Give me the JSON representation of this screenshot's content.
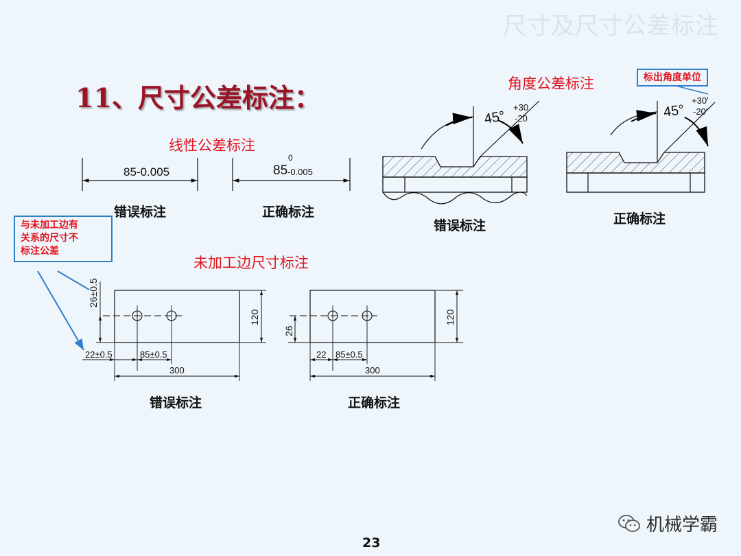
{
  "header": {
    "title": "尺寸及尺寸公差标注"
  },
  "main_heading": "11、尺寸公差标注：",
  "linear": {
    "title": "线性公差标注",
    "wrong_dim": "85-0.005",
    "right_dim_base": "85",
    "right_dim_upper": "0",
    "right_dim_lower": "-0.005",
    "wrong_caption": "错误标注",
    "right_caption": "正确标注"
  },
  "angle": {
    "title": "角度公差标注",
    "callout": "标出角度单位",
    "wrong_angle": "45°",
    "wrong_upper": "+30",
    "wrong_lower": "-20",
    "right_angle": "45°",
    "right_upper": "+30′",
    "right_lower": "-20′",
    "wrong_caption": "错误标注",
    "right_caption": "正确标注"
  },
  "unmachined": {
    "title": "未加工边尺寸标注",
    "callout_lines": [
      "与未加工边有",
      "关系的尺寸不",
      "标注公差"
    ],
    "wrong": {
      "v_dim": "26±0.5",
      "h_dim1": "22±0.5",
      "h_dim2": "85±0.5",
      "total": "300",
      "height": "120"
    },
    "right": {
      "v_dim": "26",
      "h_dim1": "22",
      "h_dim2": "85±0.5",
      "total": "300",
      "height": "120"
    },
    "wrong_caption": "错误标注",
    "right_caption": "正确标注"
  },
  "page_number": "23",
  "watermark": {
    "text": "机械学霸",
    "icon": "wechat-icon"
  }
}
